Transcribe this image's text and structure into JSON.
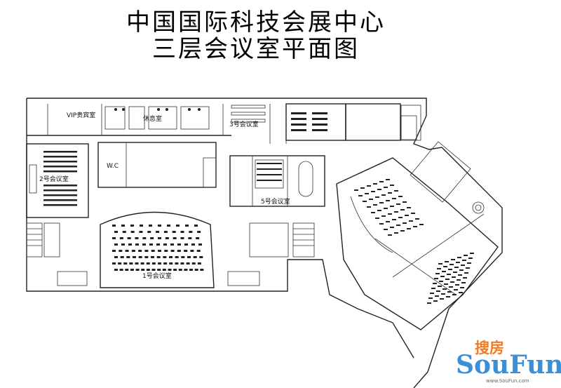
{
  "title": {
    "line1": "中国国际科技会展中心",
    "line2": "三层会议室平面图"
  },
  "rooms": {
    "vip": "VIP贵宾室",
    "rest": "休息室",
    "room3": "3号会议室",
    "wc": "W.C",
    "room2": "2号会议室",
    "room5": "5号会议室",
    "room1": "1号会议室"
  },
  "watermark": {
    "cn": "搜房",
    "en": "SouFun",
    "url": "www.SouFun.com"
  }
}
